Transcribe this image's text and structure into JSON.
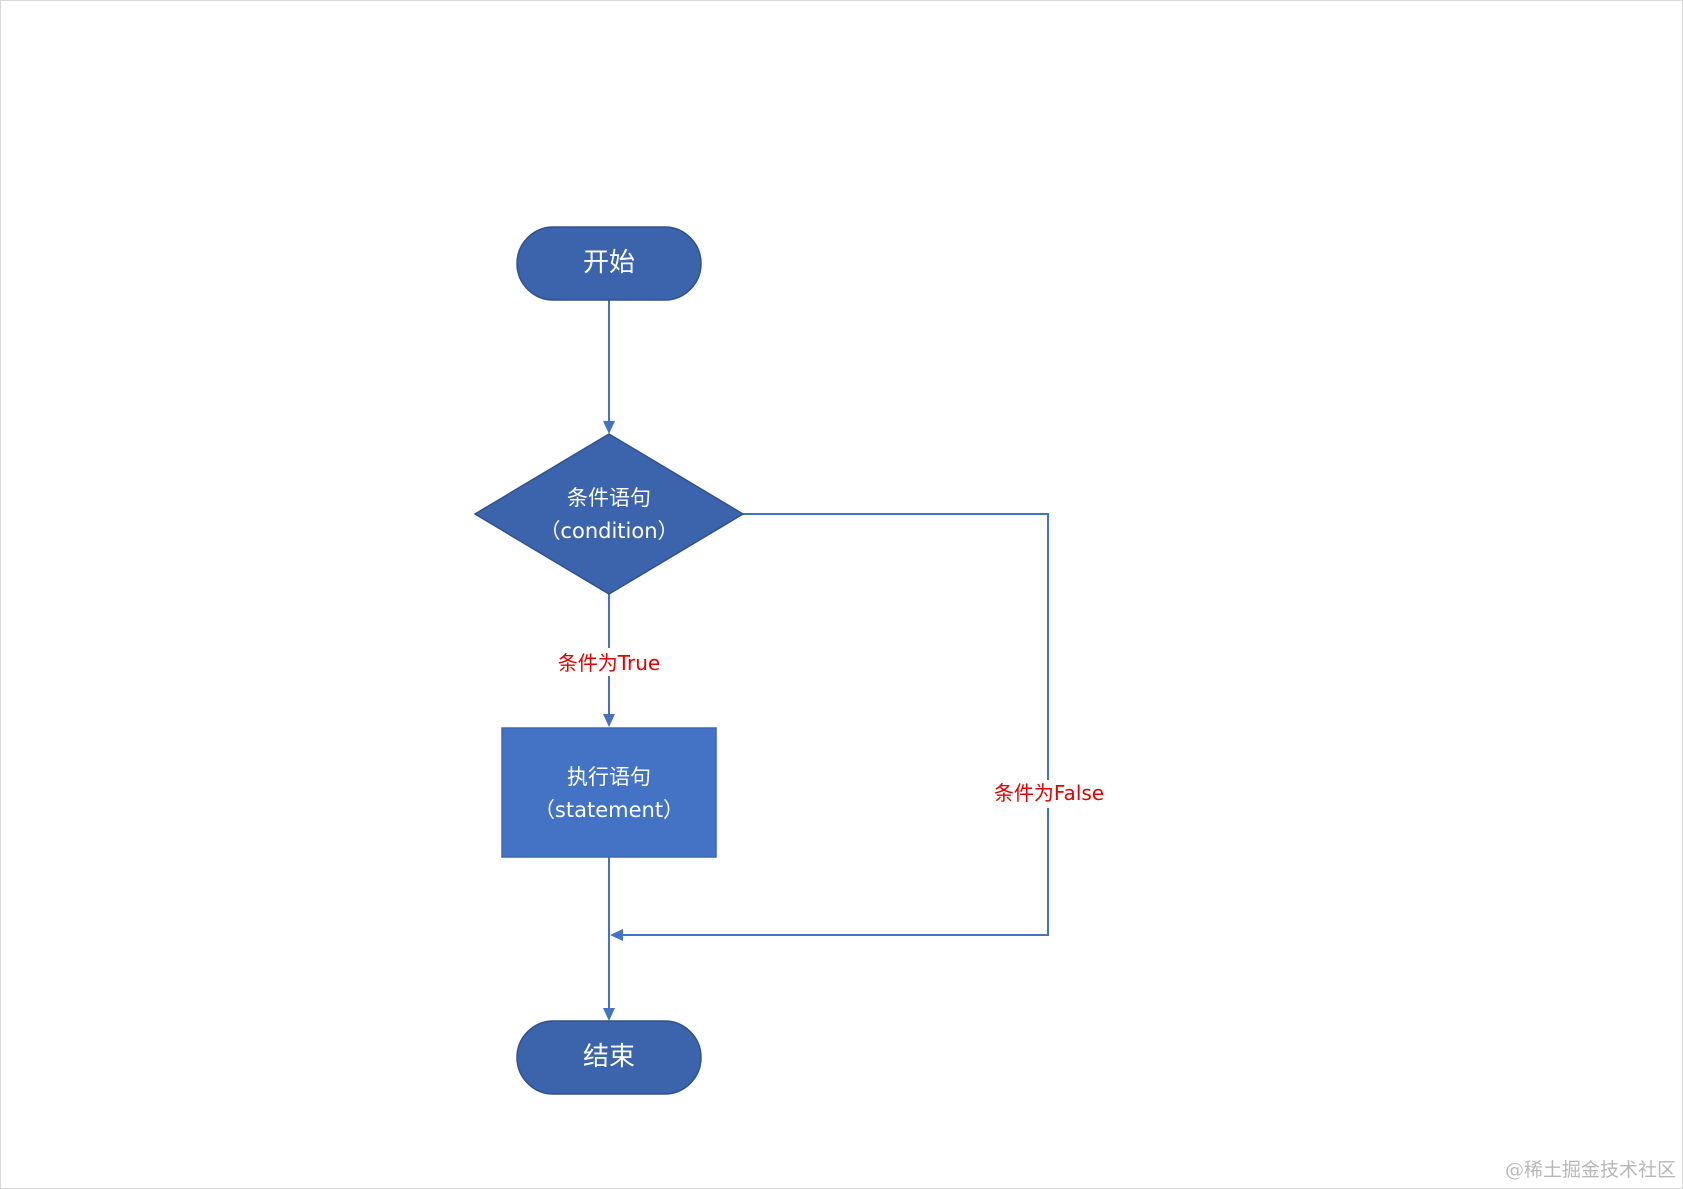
{
  "flowchart": {
    "nodes": {
      "start": {
        "label": "开始",
        "shape": "terminator"
      },
      "condition": {
        "line1": "条件语句",
        "line2": "（condition）",
        "shape": "decision"
      },
      "statement": {
        "line1": "执行语句",
        "line2": "（statement）",
        "shape": "process"
      },
      "end": {
        "label": "结束",
        "shape": "terminator"
      }
    },
    "edges": {
      "true_label": "条件为True",
      "false_label": "条件为False"
    }
  },
  "watermark": "@稀土掘金技术社区",
  "colors": {
    "node_fill": "#3b64ad",
    "process_fill": "#4472c4",
    "connector": "#4472c4",
    "edge_label": "#e00000"
  }
}
